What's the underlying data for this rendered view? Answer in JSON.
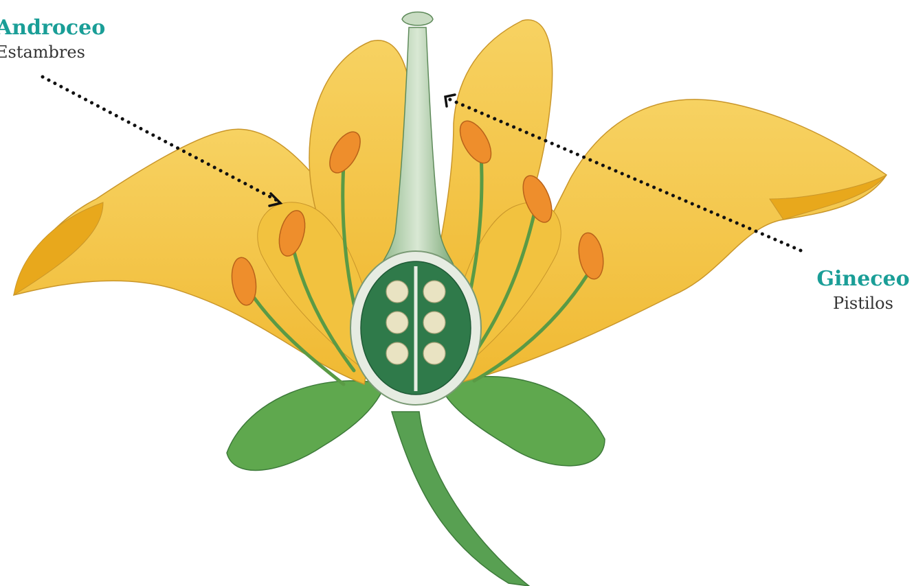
{
  "colors": {
    "label_accent": "#1a9e97",
    "petal": "#f5c84a",
    "petal_shade": "#e8a81c",
    "stem": "#4f9a4a",
    "leaf": "#5fa84e",
    "anther": "#ee8e2c",
    "ovary": "#2f7a4a",
    "ovule": "#e9e3c2",
    "pointer": "#111111"
  },
  "labels": {
    "androceo": {
      "title": "Androceo",
      "subtitle": "Estambres"
    },
    "gineceo": {
      "title": "Gineceo",
      "subtitle": "Pistilos"
    }
  },
  "icons": {
    "androceo_pointer": "dotted-arrow-icon",
    "gineceo_pointer": "dotted-arrow-icon"
  }
}
